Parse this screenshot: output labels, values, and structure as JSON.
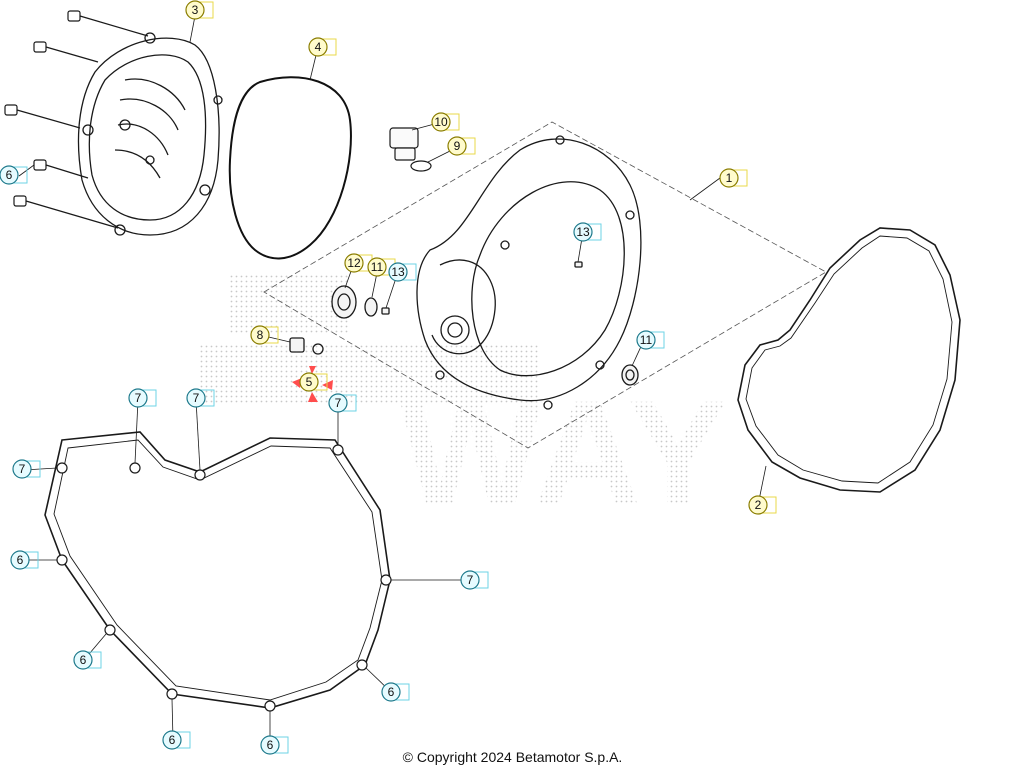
{
  "diagram": {
    "watermark_text": "WAY",
    "colors": {
      "line": "#1a1a1a",
      "yellow_fill": "#fffbcc",
      "yellow_stroke": "#8a7d00",
      "cyan_fill": "#e6fbff",
      "cyan_stroke": "#1f7a8c",
      "marker": "#ff4d4d",
      "watermark": "#c8c8c8"
    },
    "callouts": [
      {
        "label": "3",
        "tone": "yellow"
      },
      {
        "label": "4",
        "tone": "yellow"
      },
      {
        "label": "6",
        "tone": "cyan"
      },
      {
        "label": "10",
        "tone": "yellow"
      },
      {
        "label": "9",
        "tone": "yellow"
      },
      {
        "label": "1",
        "tone": "yellow"
      },
      {
        "label": "13",
        "tone": "cyan"
      },
      {
        "label": "12",
        "tone": "yellow"
      },
      {
        "label": "11",
        "tone": "yellow"
      },
      {
        "label": "13",
        "tone": "cyan"
      },
      {
        "label": "8",
        "tone": "yellow"
      },
      {
        "label": "11",
        "tone": "cyan"
      },
      {
        "label": "5",
        "tone": "yellow"
      },
      {
        "label": "7",
        "tone": "cyan"
      },
      {
        "label": "7",
        "tone": "cyan"
      },
      {
        "label": "7",
        "tone": "cyan"
      },
      {
        "label": "7",
        "tone": "cyan"
      },
      {
        "label": "2",
        "tone": "yellow"
      },
      {
        "label": "6",
        "tone": "cyan"
      },
      {
        "label": "7",
        "tone": "cyan"
      },
      {
        "label": "6",
        "tone": "cyan"
      },
      {
        "label": "6",
        "tone": "cyan"
      },
      {
        "label": "6",
        "tone": "cyan"
      },
      {
        "label": "6",
        "tone": "cyan"
      }
    ]
  },
  "footer": {
    "copyright": "© Copyright 2024 Betamotor S.p.A."
  }
}
